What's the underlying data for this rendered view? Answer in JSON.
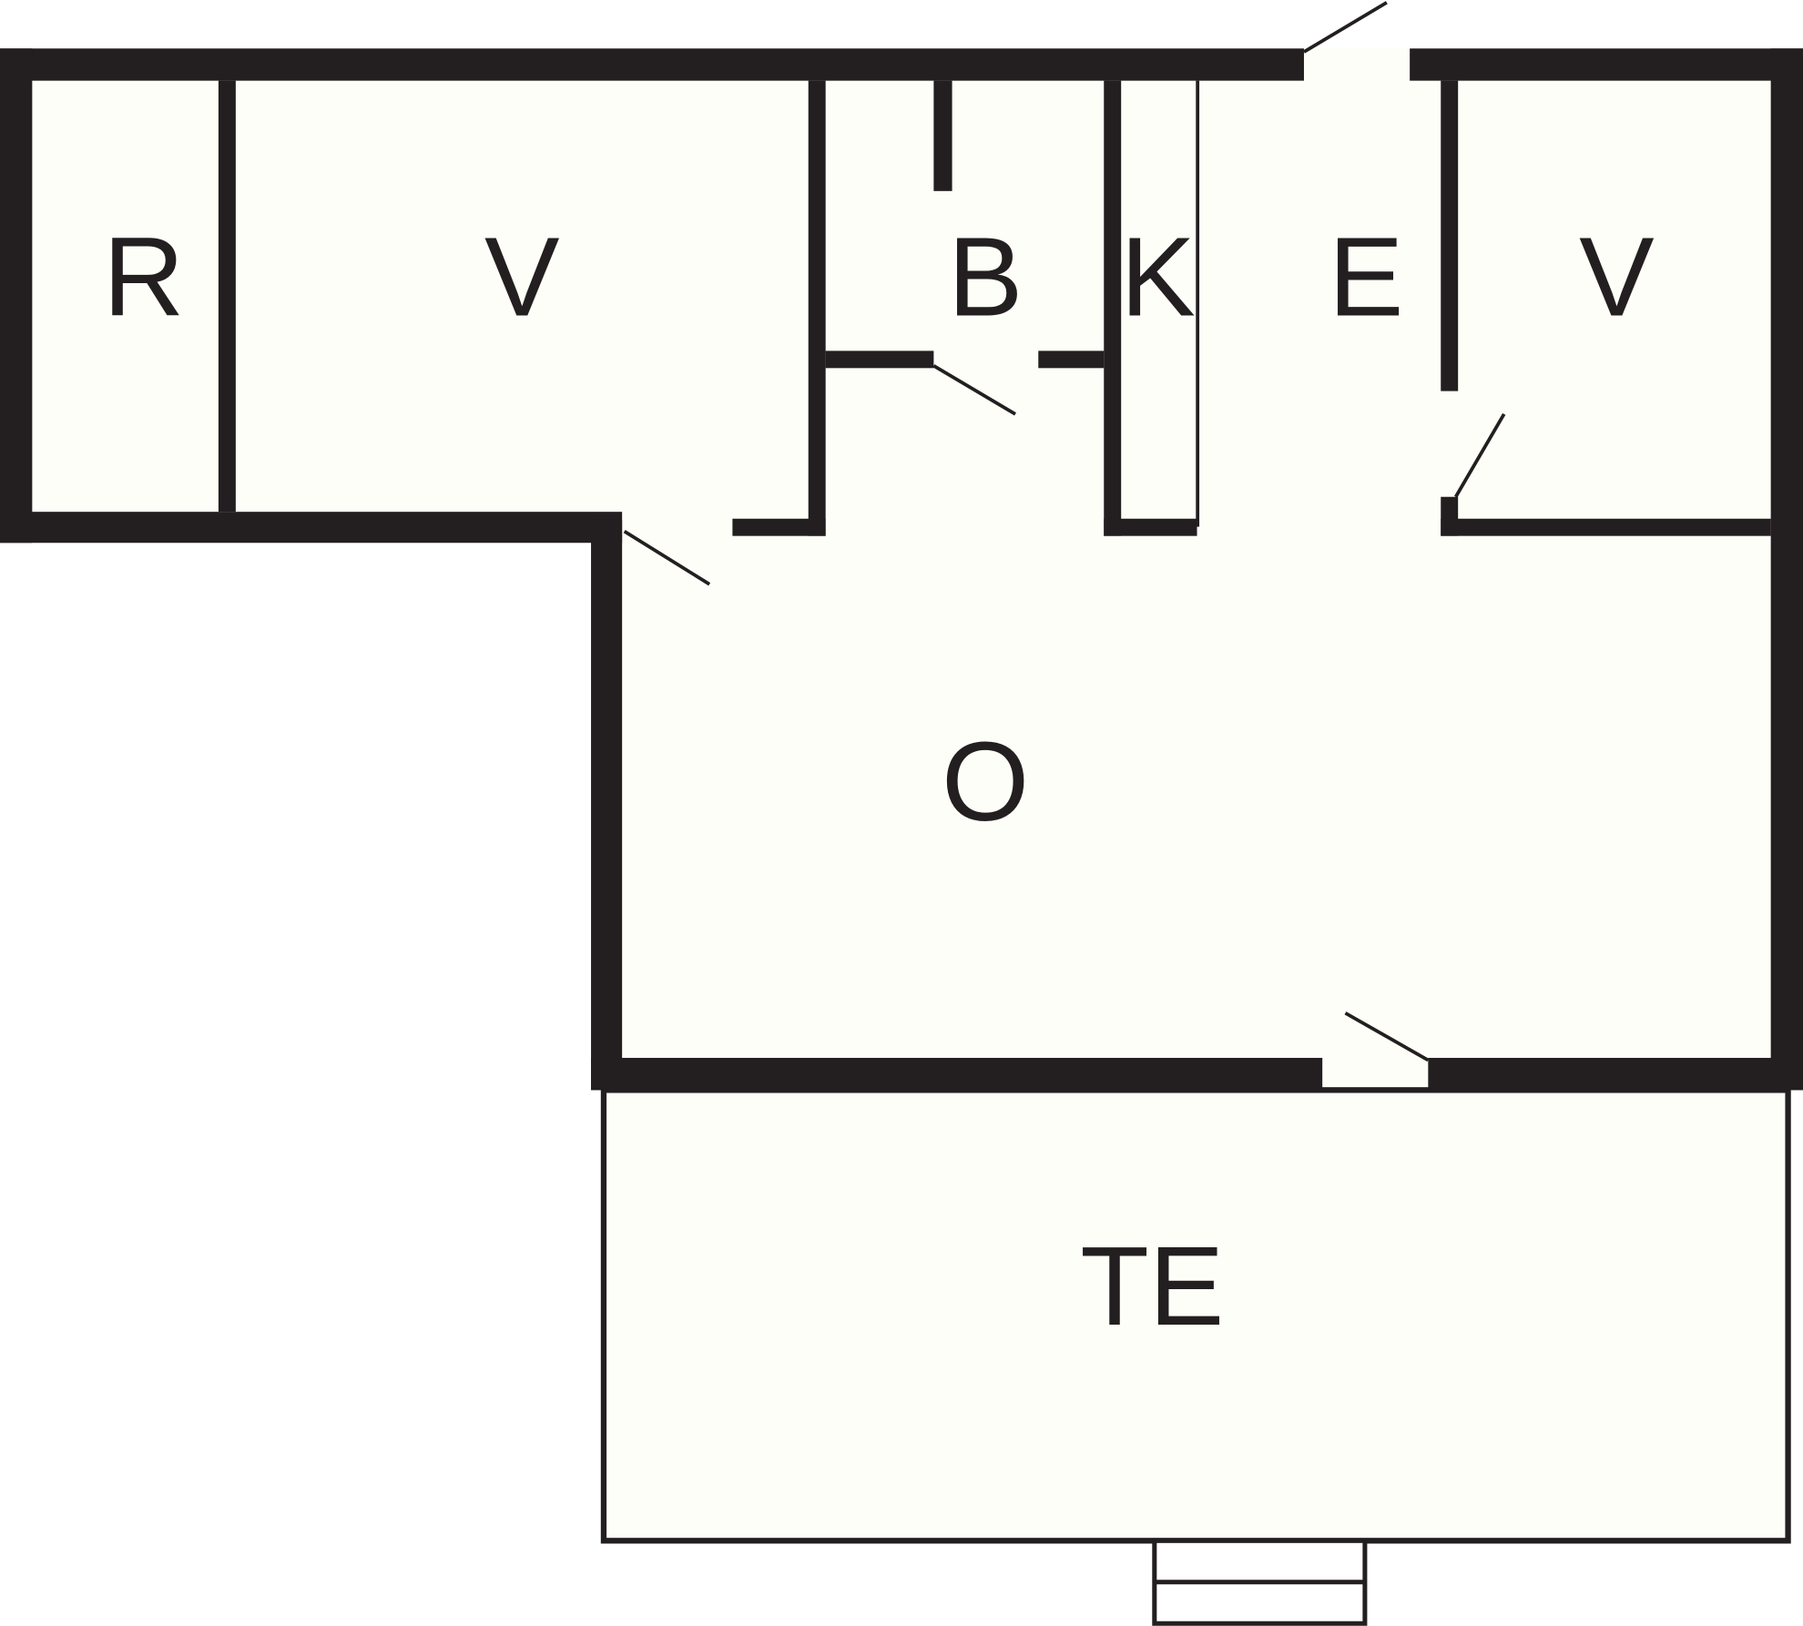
{
  "floorplan": {
    "rooms": {
      "r": "R",
      "v_left": "V",
      "b": "B",
      "k": "K",
      "e": "E",
      "v_right": "V",
      "o": "O",
      "te": "TE"
    },
    "colors": {
      "wall": "#231f20",
      "floor": "#fdfef8",
      "background": "#ffffff"
    }
  }
}
